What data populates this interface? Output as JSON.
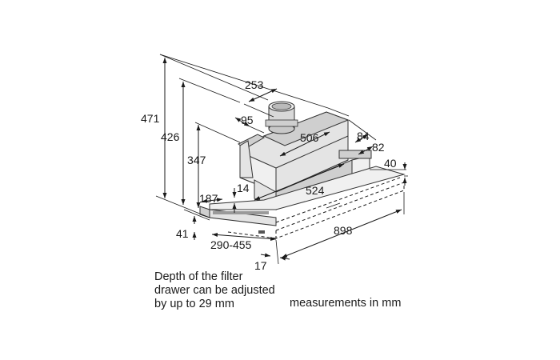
{
  "dimensions": {
    "d253": "253",
    "d95": "95",
    "d506": "506",
    "d84": "84",
    "d82": "82",
    "d40": "40",
    "d471": "471",
    "d426": "426",
    "d347": "347",
    "d187": "187",
    "d14": "14",
    "d524": "524",
    "d898": "898",
    "d41": "41",
    "d290_455": "290-455",
    "d17": "17"
  },
  "notes": {
    "filter_line1": "Depth of the filter",
    "filter_line2": "drawer can be adjusted",
    "filter_line3": "by up to 29 mm",
    "units": "measurements in mm"
  }
}
